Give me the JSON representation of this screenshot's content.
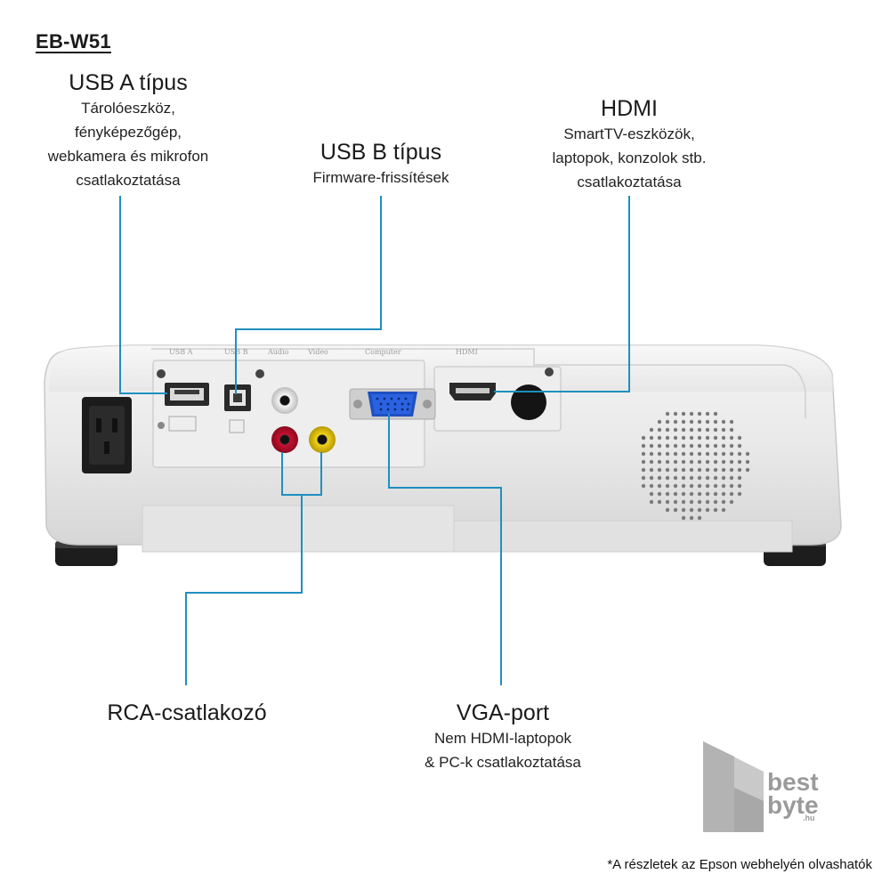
{
  "model": "EB-W51",
  "labels": {
    "usb_a": {
      "title": "USB A típus",
      "lines": [
        "Tárolóeszköz,",
        "fényképezőgép,",
        "webkamera és mikrofon",
        "csatlakoztatása"
      ]
    },
    "usb_b": {
      "title": "USB B típus",
      "lines": [
        "Firmware-frissítések"
      ]
    },
    "hdmi": {
      "title": "HDMI",
      "lines": [
        "SmartTV-eszközök,",
        "laptopok, konzolok stb.",
        "csatlakoztatása"
      ]
    },
    "rca": {
      "title": "RCA-csatlakozó"
    },
    "vga": {
      "title": "VGA-port",
      "lines": [
        "Nem HDMI-laptopok",
        "& PC-k csatlakoztatása"
      ]
    }
  },
  "port_silk": {
    "usb_a": "USB A",
    "usb_b": "USB B",
    "audio": "Audio",
    "video": "Video",
    "computer": "Computer",
    "hdmi": "HDMI"
  },
  "logo": {
    "line1": "best",
    "line2": "byte",
    "suffix": ".hu"
  },
  "footnote": "*A részletek az Epson webhelyén olvashatók",
  "colors": {
    "callout_line": "#1f8fbf",
    "rca_red": "#c8102e",
    "rca_yellow": "#e8c400",
    "vga_blue": "#1f4fc0",
    "logo_gray": "#9a9a9a"
  }
}
